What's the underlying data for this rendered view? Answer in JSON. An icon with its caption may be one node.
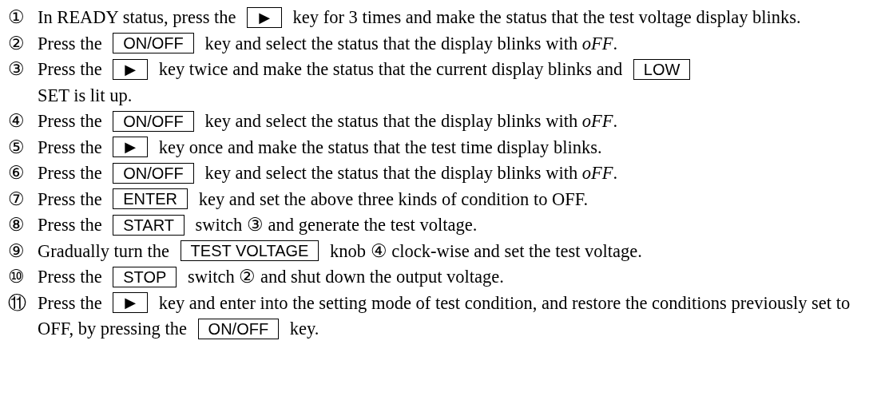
{
  "diagram": {
    "nodes": [
      {
        "text": [
          "▶"
        ]
      },
      {
        "text": [
          "ON/OFF"
        ]
      },
      {
        "text": [
          "▶"
        ]
      },
      {
        "text": [
          "LOW"
        ]
      },
      {
        "text": [
          "ON/OFF"
        ]
      },
      {
        "text": [
          "▶"
        ]
      },
      {
        "text": [
          "ON/OFF"
        ]
      },
      {
        "text": [
          "ENTER"
        ]
      },
      {
        "text": [
          "START"
        ]
      },
      {
        "text": [
          "TEST VOLTAGE"
        ]
      },
      {
        "text": [
          "STOP"
        ]
      },
      {
        "text": [
          "▶"
        ]
      },
      {
        "text": [
          "ON/OFF"
        ]
      }
    ],
    "labels": [
      "①",
      "In READY status, press the",
      "key for 3 times and make the status that the test voltage display blinks.",
      "②",
      "Press the",
      "key and select the status that the display blinks with *oFF*.",
      "③",
      "Press the",
      "key twice and make the status that the current display blinks and",
      "SET is lit up.",
      "④",
      "Press the",
      "key and select the status that the display blinks with *oFF*.",
      "⑤",
      "Press the",
      "key once and make the status that the test time display blinks.",
      "⑥",
      "Press the",
      "key and select the status that the display blinks with *oFF*.",
      "⑦",
      "Press the",
      "key and set the above three kinds of condition to OFF.",
      "⑧",
      "Press the",
      "switch ③ and generate the test voltage.",
      "⑨",
      "Gradually turn the",
      "knob ④ clock-wise and set the test voltage.",
      "⑩",
      "Press the",
      "switch ② and shut down the output voltage.",
      "⑪",
      "Press the",
      "key and enter into the setting mode of test condition, and restore the conditions previously set to OFF, by pressing the",
      "key."
    ]
  }
}
